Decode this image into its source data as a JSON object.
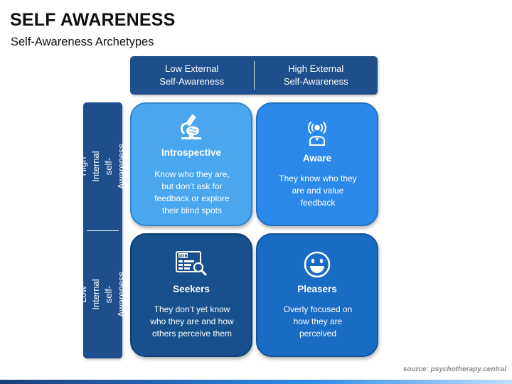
{
  "title": "SELF AWARENESS",
  "subtitle": "Self-Awareness Archetypes",
  "columns": [
    "Low External\nSelf-Awareness",
    "High External\nSelf-Awareness"
  ],
  "rows": [
    "High Internal\nself-Awareness",
    "Low Internal\nself-Awareness"
  ],
  "quadrants": [
    {
      "title": "Introspective",
      "description": "Know who they are,\nbut don’t ask for\nfeedback or explore\ntheir blind spots",
      "icon": "microscope-brain-icon"
    },
    {
      "title": "Aware",
      "description": "They know who they\nare and value\nfeedback",
      "icon": "person-broadcast-icon"
    },
    {
      "title": "Seekers",
      "description": "They don’t yet know\nwho they are and how\nothers perceive them",
      "icon": "job-search-icon"
    },
    {
      "title": "Pleasers",
      "description": "Overly focused on\nhow they are\nperceived",
      "icon": "smiley-face-icon"
    }
  ],
  "source": "source: psychotherapy.central",
  "colors": {
    "header": "#1f4e8c",
    "introspective": "#4aa6ee",
    "aware": "#2b8ae9",
    "seekers": "#17508d",
    "pleasers": "#1a6bc4"
  }
}
